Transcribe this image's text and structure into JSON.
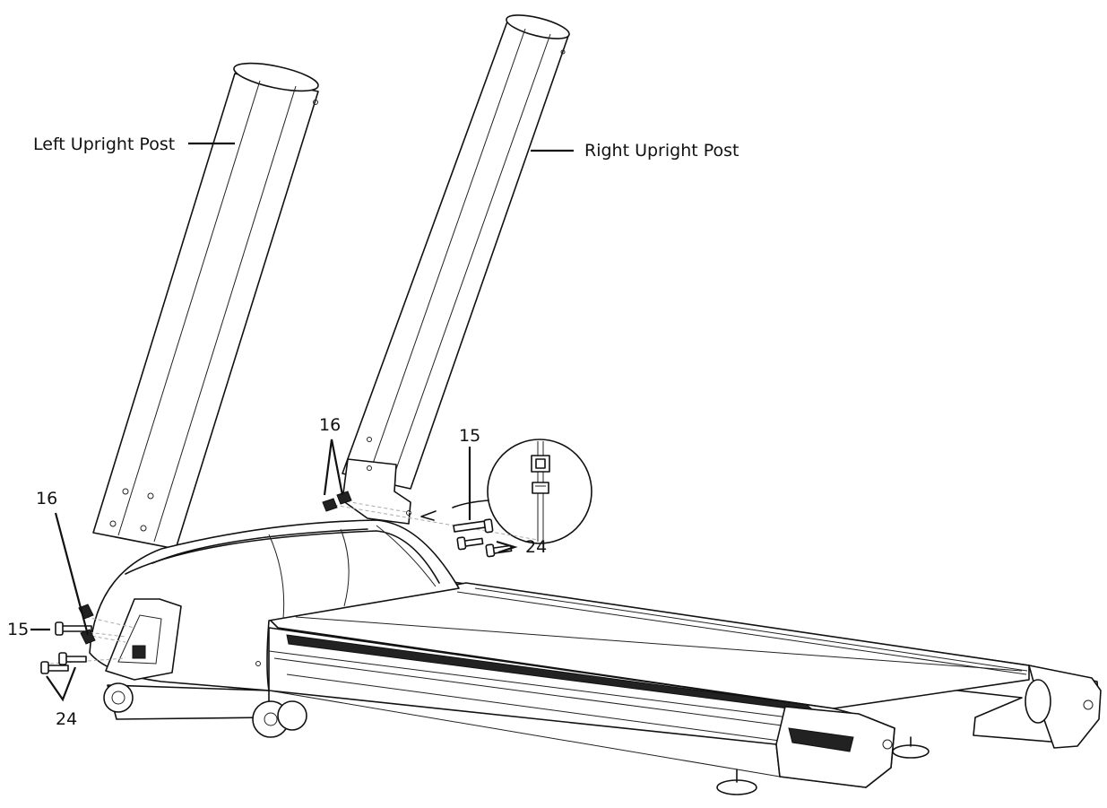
{
  "labels": {
    "left_post": "Left Upright Post",
    "right_post": "Right Upright Post"
  },
  "callouts": {
    "c16_left": "16",
    "c15_left": "15",
    "c24_left": "24",
    "c16_right": "16",
    "c15_right": "15",
    "c24_right": "24"
  }
}
